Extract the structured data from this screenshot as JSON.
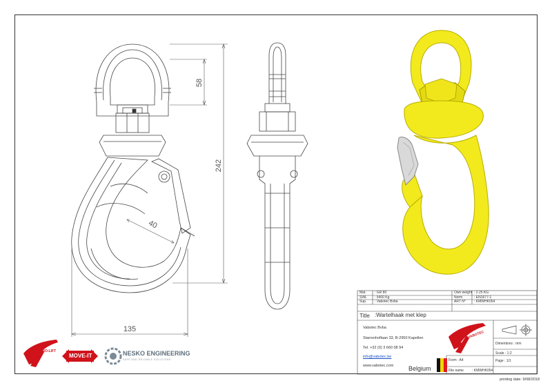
{
  "dimensions": {
    "ring_height": "58",
    "total_height": "242",
    "hook_opening": "40",
    "width": "135"
  },
  "title_block": {
    "mat_label": "Mat.",
    "mat_value": ": GR 80",
    "swl_label": "SWL",
    "swl_value": ": 5400 Kg",
    "sup_label": "Sup.",
    "sup_value": ": Vabotec Bvba",
    "weight_label": "Own weight",
    "weight_value": ": 2.25 KG",
    "norm_label": "Norm",
    "norm_value": ": EN1677-1",
    "art_label": "ART N°",
    "art_value": ": KMWHK054",
    "title_label": "Title",
    "title_value": ":Wartelhaak met klep",
    "company": "Vabotec Bvba",
    "address": "Starrenhoflaan 33, B-2950 Kapellen",
    "tel": "Tel. +32 (0) 3 660 08 94",
    "email": "info@vabotec.be",
    "website": "www.vabotec.com",
    "country": "Belgium",
    "dimensions_unit": "Dimentions : mm",
    "scale": "Scale  : 1:2",
    "form": "Form : A4",
    "page": "Page : 1/1",
    "file_label": "File name",
    "file_value": ": KMWHK054",
    "printing_date": "printing date:  9/08/2018"
  },
  "logos": {
    "vabotec": "VABOTEC",
    "prolift": "PRO-LIFT",
    "moveit": "MOVE-IT",
    "nesko": "NESKO ENGINEERING",
    "nesko_sub": "SAFE AND RELIABLE SOLUTIONS"
  },
  "colors": {
    "hook_yellow": "#f2ea1c",
    "logo_red": "#d0121b",
    "flag_black": "#111111",
    "flag_yellow": "#f6d300",
    "flag_red": "#e01b22"
  }
}
